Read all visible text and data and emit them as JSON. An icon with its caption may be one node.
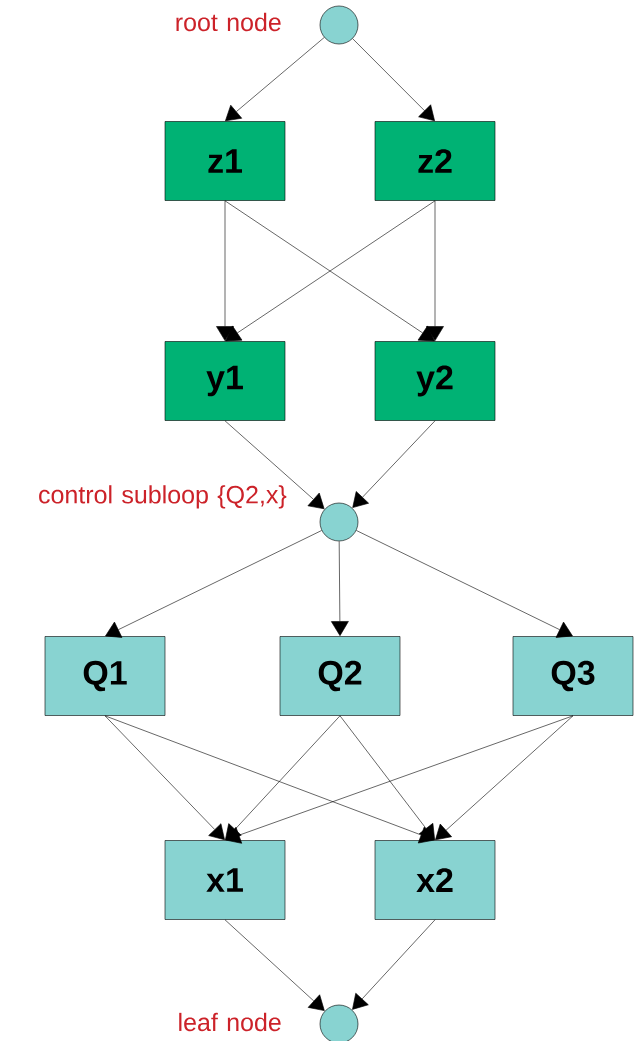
{
  "diagram": {
    "nodes": [
      {
        "text": [],
        "shape": "circle",
        "beside": [
          "root node"
        ]
      },
      {
        "text": [
          "z1"
        ]
      },
      {
        "text": [
          "z2"
        ]
      },
      {
        "text": [
          "y1"
        ]
      },
      {
        "text": [
          "y2"
        ]
      },
      {
        "text": [],
        "shape": "circle",
        "beside": [
          "control subloop {Q2,x}"
        ]
      },
      {
        "text": [
          "Q1"
        ]
      },
      {
        "text": [
          "Q2"
        ]
      },
      {
        "text": [
          "Q3"
        ]
      },
      {
        "text": [
          "x1"
        ]
      },
      {
        "text": [
          "x2"
        ]
      },
      {
        "text": [],
        "shape": "circle",
        "beside": [
          "leaf node"
        ]
      }
    ],
    "edges": [
      {
        "from": 0,
        "to": 1,
        "arrow": "to"
      },
      {
        "from": 0,
        "to": 2,
        "arrow": "to"
      },
      {
        "from": 1,
        "to": 3,
        "arrow": "to"
      },
      {
        "from": 1,
        "to": 4,
        "arrow": "to"
      },
      {
        "from": 2,
        "to": 3,
        "arrow": "to"
      },
      {
        "from": 2,
        "to": 4,
        "arrow": "to"
      },
      {
        "from": 3,
        "to": 5,
        "arrow": "to"
      },
      {
        "from": 4,
        "to": 5,
        "arrow": "to"
      },
      {
        "from": 5,
        "to": 6,
        "arrow": "to"
      },
      {
        "from": 5,
        "to": 7,
        "arrow": "to"
      },
      {
        "from": 5,
        "to": 8,
        "arrow": "to"
      },
      {
        "from": 6,
        "to": 9,
        "arrow": "to"
      },
      {
        "from": 6,
        "to": 10,
        "arrow": "to"
      },
      {
        "from": 7,
        "to": 9,
        "arrow": "to"
      },
      {
        "from": 7,
        "to": 10,
        "arrow": "to"
      },
      {
        "from": 8,
        "to": 9,
        "arrow": "to"
      },
      {
        "from": 8,
        "to": 10,
        "arrow": "to"
      },
      {
        "from": 9,
        "to": 11,
        "arrow": "to"
      },
      {
        "from": 10,
        "to": 11,
        "arrow": "to"
      }
    ]
  }
}
